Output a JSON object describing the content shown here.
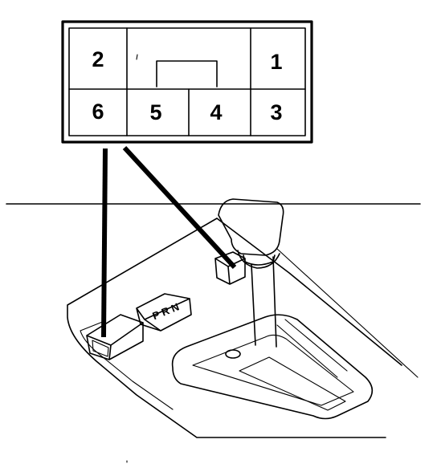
{
  "connector": {
    "pins": [
      {
        "label": "2"
      },
      {
        "label": "1"
      },
      {
        "label": "6"
      },
      {
        "label": "5"
      },
      {
        "label": "4"
      },
      {
        "label": "3"
      }
    ]
  },
  "console": {
    "position_plate_text": "P R N"
  }
}
